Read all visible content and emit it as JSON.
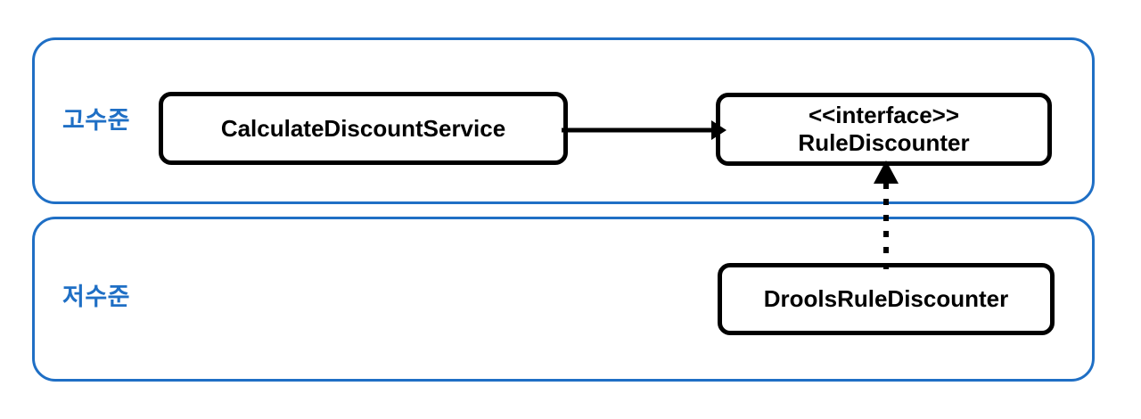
{
  "diagram": {
    "title": "",
    "type": "uml-layered-class-diagram",
    "colors": {
      "layer_border": "#1F6FC5",
      "layer_label": "#1F6FC5",
      "node_border": "#000000",
      "node_text": "#000000",
      "connector": "#000000",
      "background": "#FFFFFF"
    }
  },
  "layers": [
    {
      "id": "high-level",
      "label": "고수준"
    },
    {
      "id": "low-level",
      "label": "저수준"
    }
  ],
  "nodes": [
    {
      "id": "calculate-discount-service",
      "name": "CalculateDiscountService",
      "layer": "high-level",
      "stereotype": ""
    },
    {
      "id": "rule-discounter",
      "stereotype": "<<interface>>",
      "name": "RuleDiscounter",
      "layer": "high-level"
    },
    {
      "id": "drools-rule-discounter",
      "name": "DroolsRuleDiscounter",
      "layer": "low-level",
      "stereotype": ""
    }
  ],
  "connectors": [
    {
      "id": "service-uses-interface",
      "from": "calculate-discount-service",
      "to": "rule-discounter",
      "style": "solid",
      "arrowhead": "filled-triangle",
      "label": ""
    },
    {
      "id": "drools-implements-interface",
      "from": "drools-rule-discounter",
      "to": "rule-discounter",
      "style": "dotted",
      "arrowhead": "filled-triangle",
      "label": ""
    }
  ]
}
